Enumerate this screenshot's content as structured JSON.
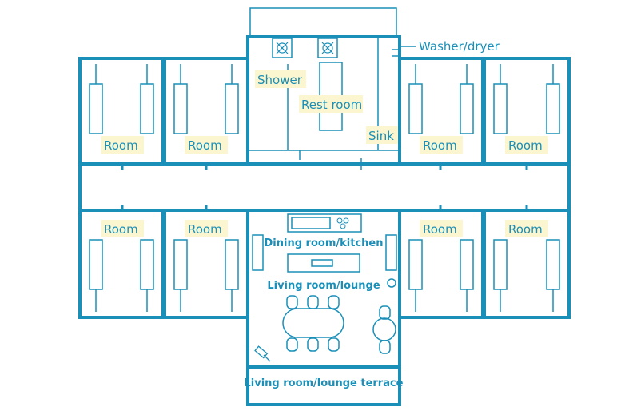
{
  "labels": {
    "washer_dryer": "Washer/dryer",
    "shower": "Shower",
    "rest_room": "Rest room",
    "sink": "Sink",
    "room": "Room",
    "dining_kitchen": "Dining room/kitchen",
    "living_lounge": "Living room/lounge",
    "terrace": "Living room/lounge terrace"
  },
  "colors": {
    "line": "#1a8fb8",
    "dots": "#f3e27a",
    "label_bg": "#fbf6cf"
  }
}
